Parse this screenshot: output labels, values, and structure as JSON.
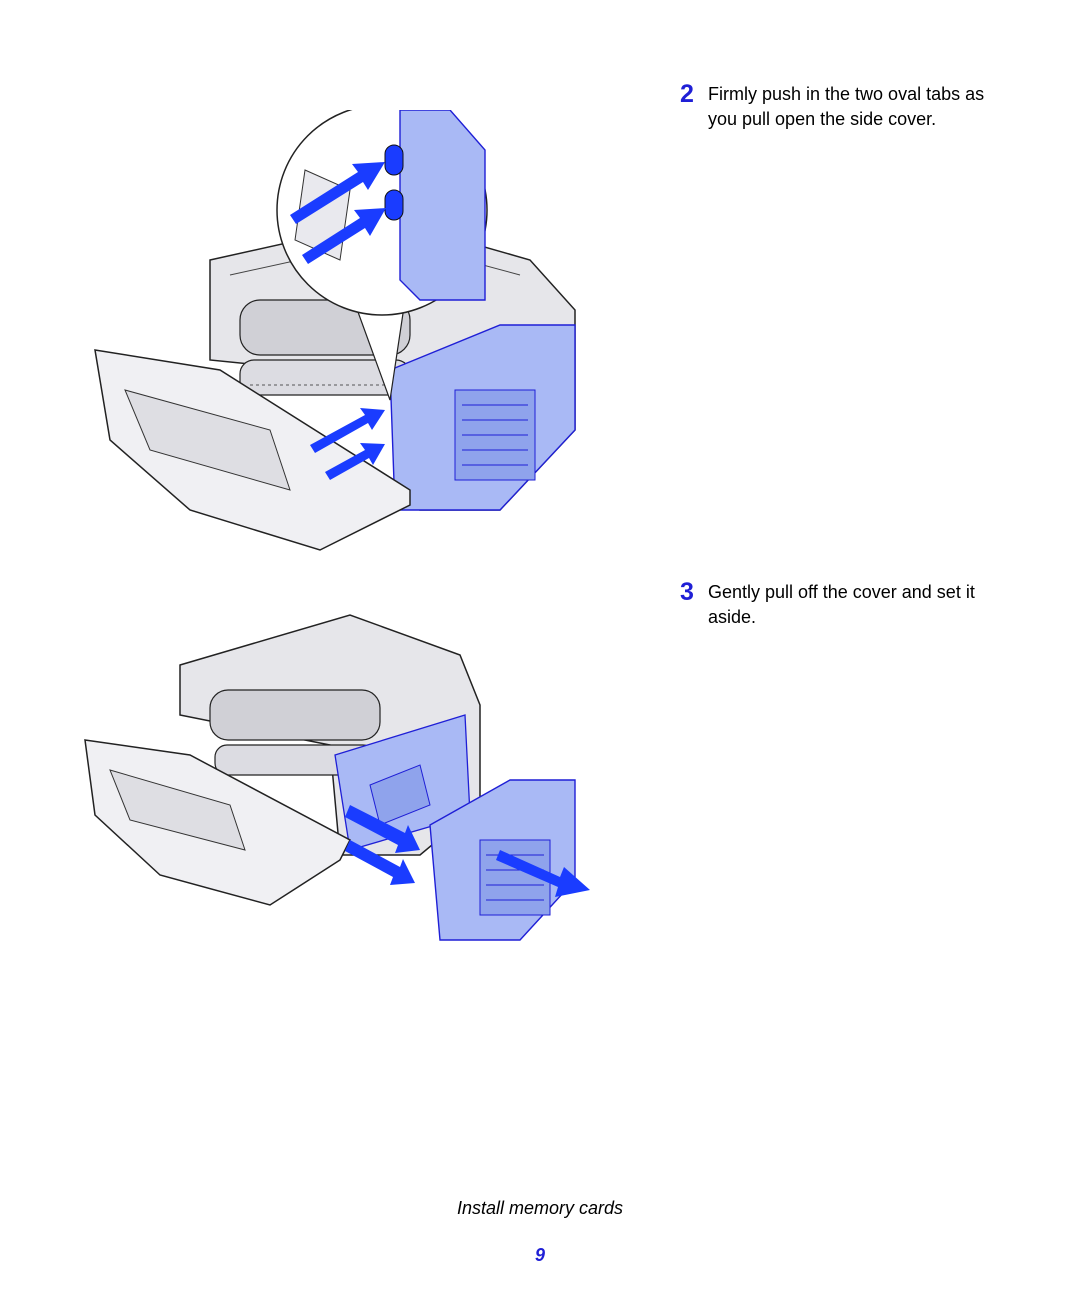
{
  "steps": [
    {
      "number": "2",
      "text": "Firmly push in the two oval tabs as you pull open the side cover."
    },
    {
      "number": "3",
      "text": "Gently pull off the cover and set it aside."
    }
  ],
  "illustrations": [
    {
      "subject": "printer-front-door-open-with-callout-on-side-cover-tabs"
    },
    {
      "subject": "printer-side-cover-being-removed"
    }
  ],
  "footer": {
    "title": "Install memory cards",
    "page_number": "9"
  },
  "colors": {
    "accent": "#1f1fd6",
    "cover_blue": "#a9b9f5",
    "arrow_blue": "#1a3cff",
    "printer_gray": "#e6e6ea"
  }
}
